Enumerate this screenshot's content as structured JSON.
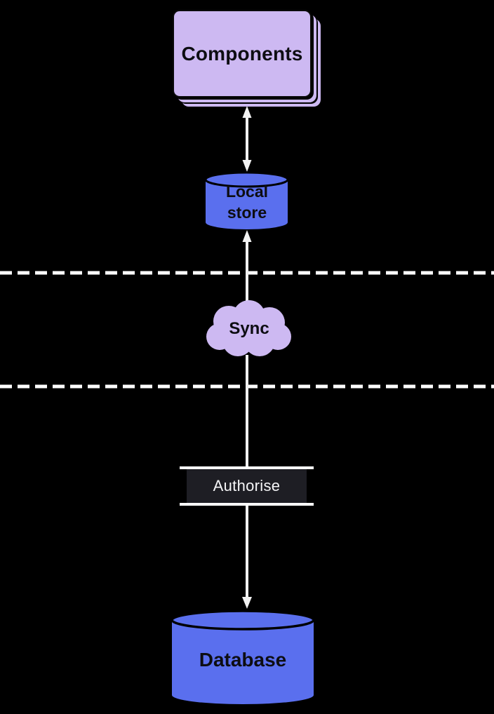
{
  "diagram": {
    "title": "offline-sync architecture diagram",
    "background": "#000000",
    "colors": {
      "node_lavender": "#cdb9f2",
      "node_blue": "#5a6fee",
      "authorise_box": "#1e1e24",
      "line_white": "#ffffff",
      "arrow_white": "#f2f2f2",
      "text_dark": "#0d0d12",
      "text_light": "#f5f5f7"
    },
    "nodes": {
      "components": {
        "label": "Components",
        "shape": "stacked-cards"
      },
      "local_store": {
        "label": "Local store",
        "shape": "cylinder"
      },
      "sync": {
        "label": "Sync",
        "shape": "cloud"
      },
      "authorise": {
        "label": "Authorise",
        "shape": "process-box"
      },
      "database": {
        "label": "Database",
        "shape": "cylinder"
      }
    },
    "edges": [
      {
        "from": "components",
        "to": "local_store",
        "arrowheads": "both-ends"
      },
      {
        "from": "sync",
        "to": "local_store",
        "arrowheads": "at-local-store"
      },
      {
        "from": "sync",
        "to": "database",
        "arrowheads": "at-database",
        "passes_through": "authorise"
      }
    ],
    "separators": [
      {
        "style": "dashed",
        "color": "#ffffff",
        "position": "between local store and sync"
      },
      {
        "style": "dashed",
        "color": "#ffffff",
        "position": "between sync and authorise"
      }
    ]
  }
}
